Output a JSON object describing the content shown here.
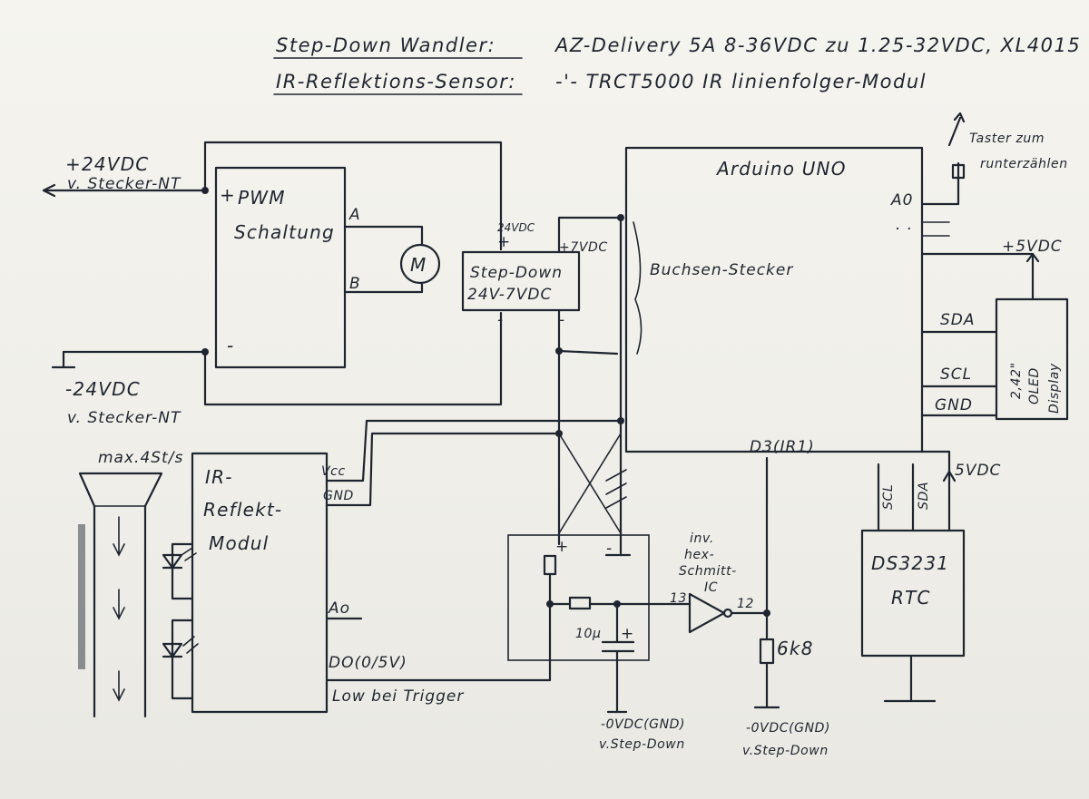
{
  "header": {
    "line1_label": "Step-Down Wandler:",
    "line1_value": "AZ-Delivery 5A 8-36VDC zu 1.25-32VDC, XL4015",
    "line2_label": "IR-Reflektions-Sensor:",
    "line2_value": "-'- TRCT5000 IR linienfolger-Modul"
  },
  "power": {
    "plus_label": "+24VDC",
    "plus_source": "v. Stecker-NT",
    "minus_label": "-24VDC",
    "minus_source": "v. Stecker-NT"
  },
  "pwm": {
    "plus": "+",
    "title1": "PWM",
    "title2": "Schaltung",
    "out_a": "A",
    "out_b": "B",
    "minus": "-",
    "motor": "M"
  },
  "stepdown": {
    "in_label": "24VDC",
    "in_plus": "+",
    "out_label": "+7VDC",
    "title1": "Step-Down",
    "title2": "24V-7VDC",
    "in_minus": "-",
    "out_minus": "-"
  },
  "arduino": {
    "title": "Arduino UNO",
    "socket": "Buchsen-Stecker",
    "pin_a0": "A0",
    "dots": "· ·",
    "pin_sda": "SDA",
    "pin_scl": "SCL",
    "pin_gnd": "GND",
    "pin_d3": "D3(IR1)"
  },
  "taster": {
    "line1": "Taster zum",
    "line2": "runterzählen"
  },
  "oled": {
    "supply": "+5VDC",
    "l1": "2,42\"",
    "l2": "OLED",
    "l3": "Display"
  },
  "rtc": {
    "supply": "5VDC",
    "scl": "SCL",
    "sda": "SDA",
    "name1": "DS3231",
    "name2": "RTC"
  },
  "ir": {
    "rate": "max.4St/s",
    "t1": "IR-",
    "t2": "Reflekt-",
    "t3": "Modul",
    "vcc": "Vcc",
    "gnd": "GND",
    "a0": "Ao",
    "do": "DO(0/5V)",
    "trigger": "Low bei Trigger"
  },
  "filter": {
    "plus": "+",
    "cap": "10µ",
    "cap_plus": "+",
    "minus": "-",
    "gnd1": "-0VDC(GND)",
    "gnd1_src": "v.Step-Down"
  },
  "schmitt": {
    "l1": "inv.",
    "l2": "hex-",
    "l3": "Schmitt-",
    "l4": "IC",
    "pin_in": "13",
    "pin_out": "12"
  },
  "pulldown": {
    "value": "6k8",
    "gnd": "-0VDC(GND)",
    "gnd_src": "v.Step-Down"
  }
}
